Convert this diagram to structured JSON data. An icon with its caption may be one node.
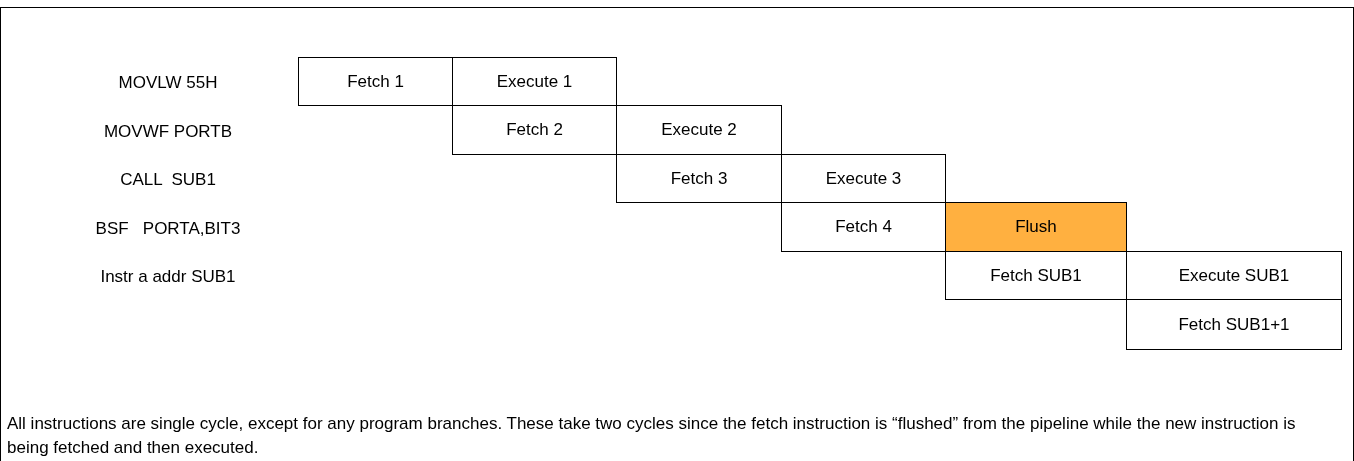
{
  "diagram": {
    "nodes": [
      {
        "text": [
          "Fetch 1"
        ]
      },
      {
        "text": [
          "Execute 1"
        ]
      },
      {
        "text": [
          "Fetch 2"
        ]
      },
      {
        "text": [
          "Execute 2"
        ]
      },
      {
        "text": [
          "Fetch 3"
        ]
      },
      {
        "text": [
          "Execute 3"
        ]
      },
      {
        "text": [
          "Fetch 4"
        ]
      },
      {
        "text": [
          "Flush"
        ]
      },
      {
        "text": [
          "Fetch SUB1"
        ]
      },
      {
        "text": [
          "Execute SUB1"
        ]
      },
      {
        "text": [
          "Fetch SUB1+1"
        ]
      }
    ],
    "labels": [
      "MOVLW 55H",
      "MOVWF PORTB",
      "CALL  SUB1",
      "BSF   PORTA,BIT3",
      "Instr a addr SUB1",
      "All instructions are single cycle, except for any program branches. These take two cycles since the fetch instruction is “flushed” from the pipeline while the new instruction is being fetched and then executed."
    ]
  }
}
